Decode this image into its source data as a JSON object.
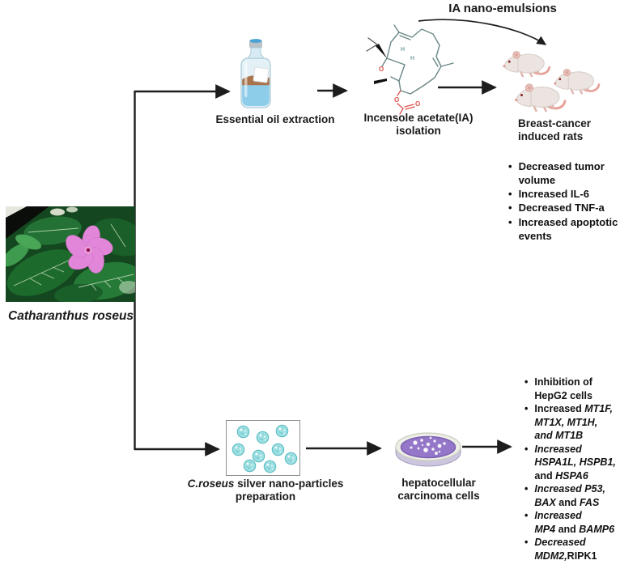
{
  "figure": {
    "type": "flow-diagram",
    "subject": "Catharanthus roseus anticancer pathways"
  },
  "ui": {
    "bullet": "•"
  },
  "colors": {
    "arrow_black": "#1d1d1d",
    "text_black": "#1a1a1a",
    "nano_teal": "#9edfe2",
    "petri_purple": "#9477c8",
    "flower_pink": "#e186d8",
    "oxygen_red": "#e0514d",
    "structure_stroke": "#6a8787",
    "rat_body": "#ebe4e0",
    "oil_brown": "#a8734d",
    "water_blue": "#8ecdea"
  },
  "icons": {
    "bottle": "essential-oil-bottle-icon",
    "molecule": "incensole-acetate-structure-icon",
    "rat": "rat-icon",
    "flower_photo": "catharanthus-roseus-photo",
    "nanoparticles": "silver-nanoparticles-box-icon",
    "petri_dish": "petri-dish-icon",
    "arrows": "flow-arrow"
  },
  "plant": {
    "caption": "Catharanthus roseus"
  },
  "top_flow": {
    "ia_label": "IA nano-emulsions",
    "extraction_label": "Essential oil extraction",
    "isolation_label": "Incensole acetate(IA)\nisolation",
    "rats_label": "Breast-cancer\ninduced rats",
    "effects": [
      "Decreased tumor\nvolume",
      "Increased IL-6",
      "Decreased TNF-a",
      "Increased apoptotic\nevents"
    ]
  },
  "bottom_flow": {
    "nano_caption": [
      {
        "t": "C.roseus",
        "i": 1
      },
      {
        "t": " silver nano-particles\npreparation",
        "i": 0
      }
    ],
    "cells_label": "hepatocellular\ncarcinoma cells",
    "effects": [
      [
        {
          "t": "Inhibition of\nHepG2 cells",
          "i": 0
        }
      ],
      [
        {
          "t": "Increased ",
          "i": 0
        },
        {
          "t": "MT1F,\nMT1X, MT1H,\nand MT1B",
          "i": 1
        }
      ],
      [
        {
          "t": "Increased\nHSPA1L, HSPB1,\n",
          "i": 1
        },
        {
          "t": "and ",
          "i": 0
        },
        {
          "t": "HSPA6",
          "i": 1
        }
      ],
      [
        {
          "t": "Increased P53,\nBAX ",
          "i": 1
        },
        {
          "t": "and ",
          "i": 0
        },
        {
          "t": "FAS",
          "i": 1
        }
      ],
      [
        {
          "t": "Increased\nMP4 ",
          "i": 1
        },
        {
          "t": "and ",
          "i": 0
        },
        {
          "t": "BAMP6",
          "i": 1
        }
      ],
      [
        {
          "t": "Decreased\nMDM2,",
          "i": 1
        },
        {
          "t": "RIPK1",
          "i": 0
        }
      ]
    ]
  }
}
